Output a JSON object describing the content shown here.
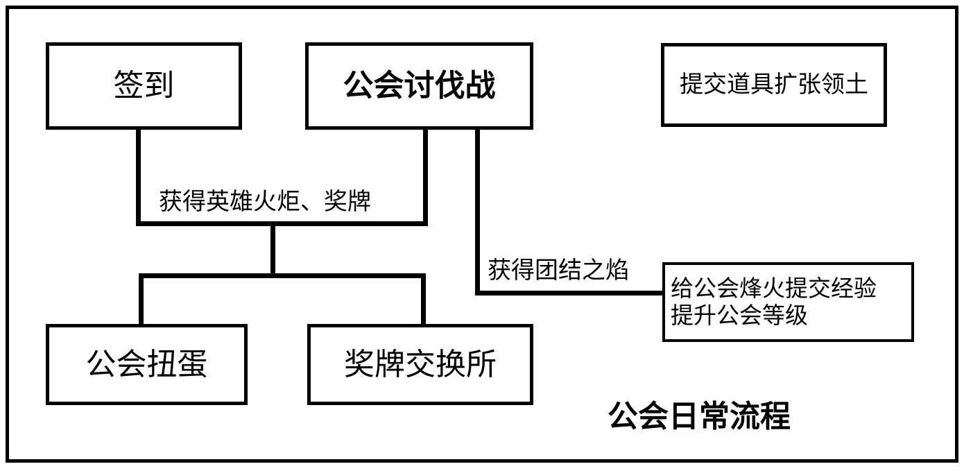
{
  "diagram": {
    "caption": "公会日常流程",
    "nodes": {
      "signin": "签到",
      "guild_war": "公会讨伐战",
      "territory": "提交道具扩张领土",
      "gacha": "公会扭蛋",
      "medal_shop": "奖牌交换所",
      "guild_exp": "给公会烽火提交经验\n提升公会等级"
    },
    "edge_labels": {
      "torch_medal": "获得英雄火炬、奖牌",
      "unity_flame": "获得团结之焰"
    },
    "colors": {
      "stroke": "#000000",
      "background": "#ffffff",
      "text": "#000000"
    }
  }
}
